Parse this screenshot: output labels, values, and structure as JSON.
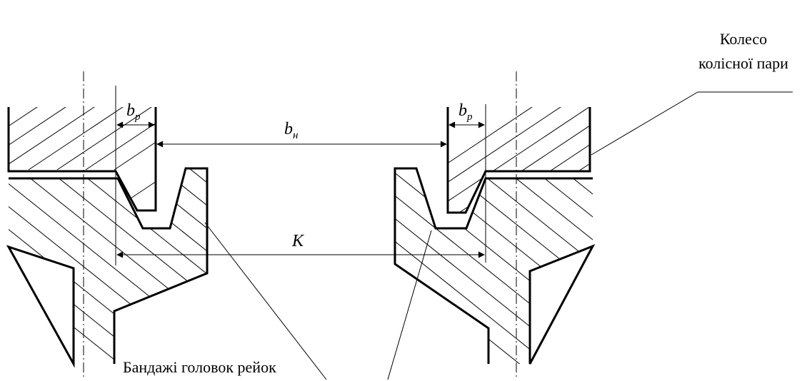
{
  "labels": {
    "wheel_line1": "Колесо",
    "wheel_line2": "колісної пари",
    "rail_heads": "Бандажі головок рейок",
    "dim_b": "b",
    "dim_b_sub_p": "p",
    "dim_b_sub_n": "н",
    "dim_k": "K"
  }
}
